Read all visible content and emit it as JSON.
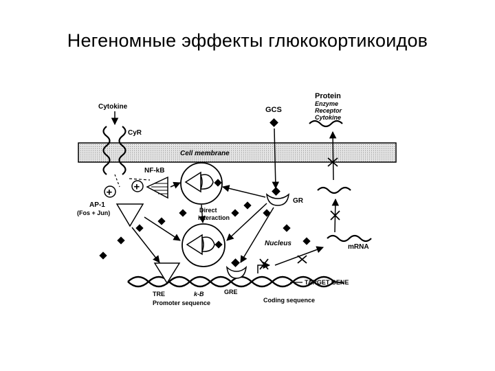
{
  "slide": {
    "title": "Негеномные эффекты глюкокортикоидов"
  },
  "diagram": {
    "labels": {
      "cytokine": "Cytokine",
      "cyr": "CyR",
      "cell_membrane": "Cell membrane",
      "nf_kb": "NF-kB",
      "ap1": "AP-1",
      "fos_jun": "(Fos + Jun)",
      "direct_interaction_1": "Direct",
      "direct_interaction_2": "interaction",
      "gcs": "GCS",
      "gr": "GR",
      "protein": "Protein",
      "enzyme": "Enzyme",
      "receptor": "Receptor",
      "cytokine_product": "Cytokine",
      "nucleus": "Nucleus",
      "mrna": "mRNA",
      "tre": "TRE",
      "kb": "k-B",
      "gre": "GRE",
      "target_gene": "TARGET GENE",
      "promoter_sequence": "Promoter sequence",
      "coding_sequence": "Coding sequence",
      "plus_a": "+",
      "plus_b": "+"
    },
    "colors": {
      "ink": "#000000",
      "membrane_fill": "#d6d6d6",
      "background": "#ffffff"
    }
  }
}
